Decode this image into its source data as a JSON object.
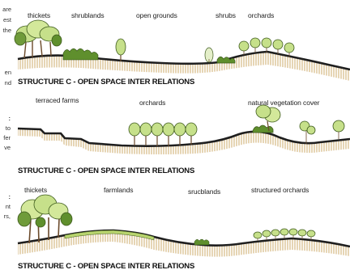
{
  "left_fragments": [
    {
      "text": "are"
    },
    {
      "text": "est"
    },
    {
      "text": "the"
    },
    {
      "text": "en"
    },
    {
      "text": "nd"
    },
    {
      "text": ":",
      "bold": true
    },
    {
      "text": "to"
    },
    {
      "text": "fer"
    },
    {
      "text": "ve"
    },
    {
      "text": ":",
      "bold": true
    },
    {
      "text": "nt"
    },
    {
      "text": "rs,"
    }
  ],
  "panels": [
    {
      "labels": [
        "thickets",
        "shrublands",
        "open grounds",
        "shrubs",
        "orchards"
      ],
      "title": "STRUCTURE C -  OPEN SPACE INTER RELATIONS"
    },
    {
      "labels": [
        "terraced farms",
        "orchards",
        "natural vegetation cover"
      ],
      "title": "STRUCTURE C -  OPEN SPACE INTER RELATIONS"
    },
    {
      "labels": [
        "thickets",
        "farmlands",
        "srucblands",
        "structured orchards"
      ],
      "title": "STRUCTURE C -  OPEN SPACE INTER RELATIONS"
    }
  ],
  "colors": {
    "ground_line": "#1f1f1f",
    "soil_hatch": "#c9a25a",
    "tree_foliage": "#c6e08a",
    "tree_outline": "#3d5a1c",
    "shrub": "#5f8f2d",
    "trunk": "#6b4a2b"
  }
}
